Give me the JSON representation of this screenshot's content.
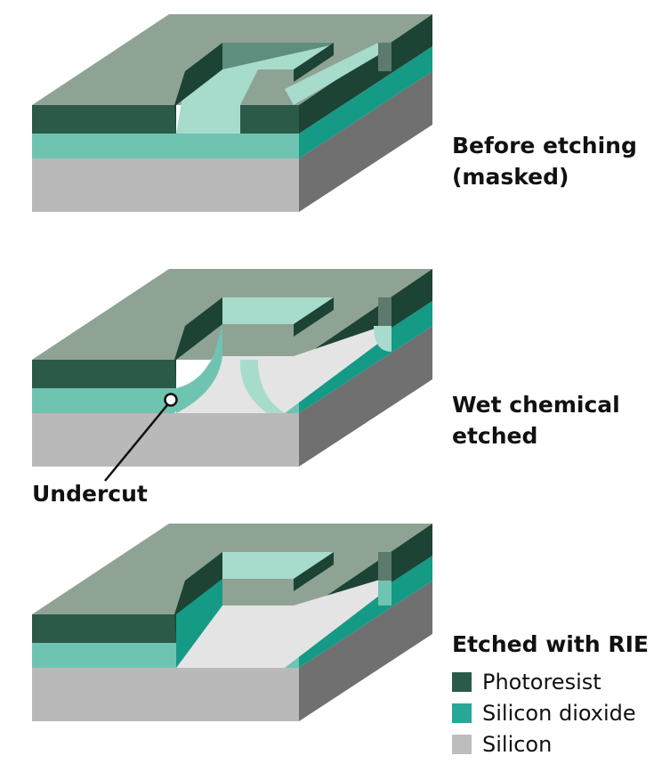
{
  "labels": {
    "before_line1": "Before etching",
    "before_line2": "(masked)",
    "wet_line1": "Wet chemical",
    "wet_line2": "etched",
    "rie": "Etched with RIE",
    "undercut": "Undercut"
  },
  "legend": [
    {
      "name": "Photoresist",
      "color": "#2a5a4a"
    },
    {
      "name": "Silicon dioxide",
      "color": "#27a796"
    },
    {
      "name": "Silicon",
      "color": "#bdbdbd"
    }
  ],
  "colors": {
    "resist_top": "#8ea394",
    "resist_front": "#2c5a49",
    "resist_side": "#1d4335",
    "oxide_front": "#6fc3b1",
    "oxide_side": "#159a86",
    "oxide_floor": "#a7dccd",
    "silicon_front": "#b9b9b9",
    "silicon_side": "#707070",
    "silicon_floor": "#e4e4e4"
  }
}
